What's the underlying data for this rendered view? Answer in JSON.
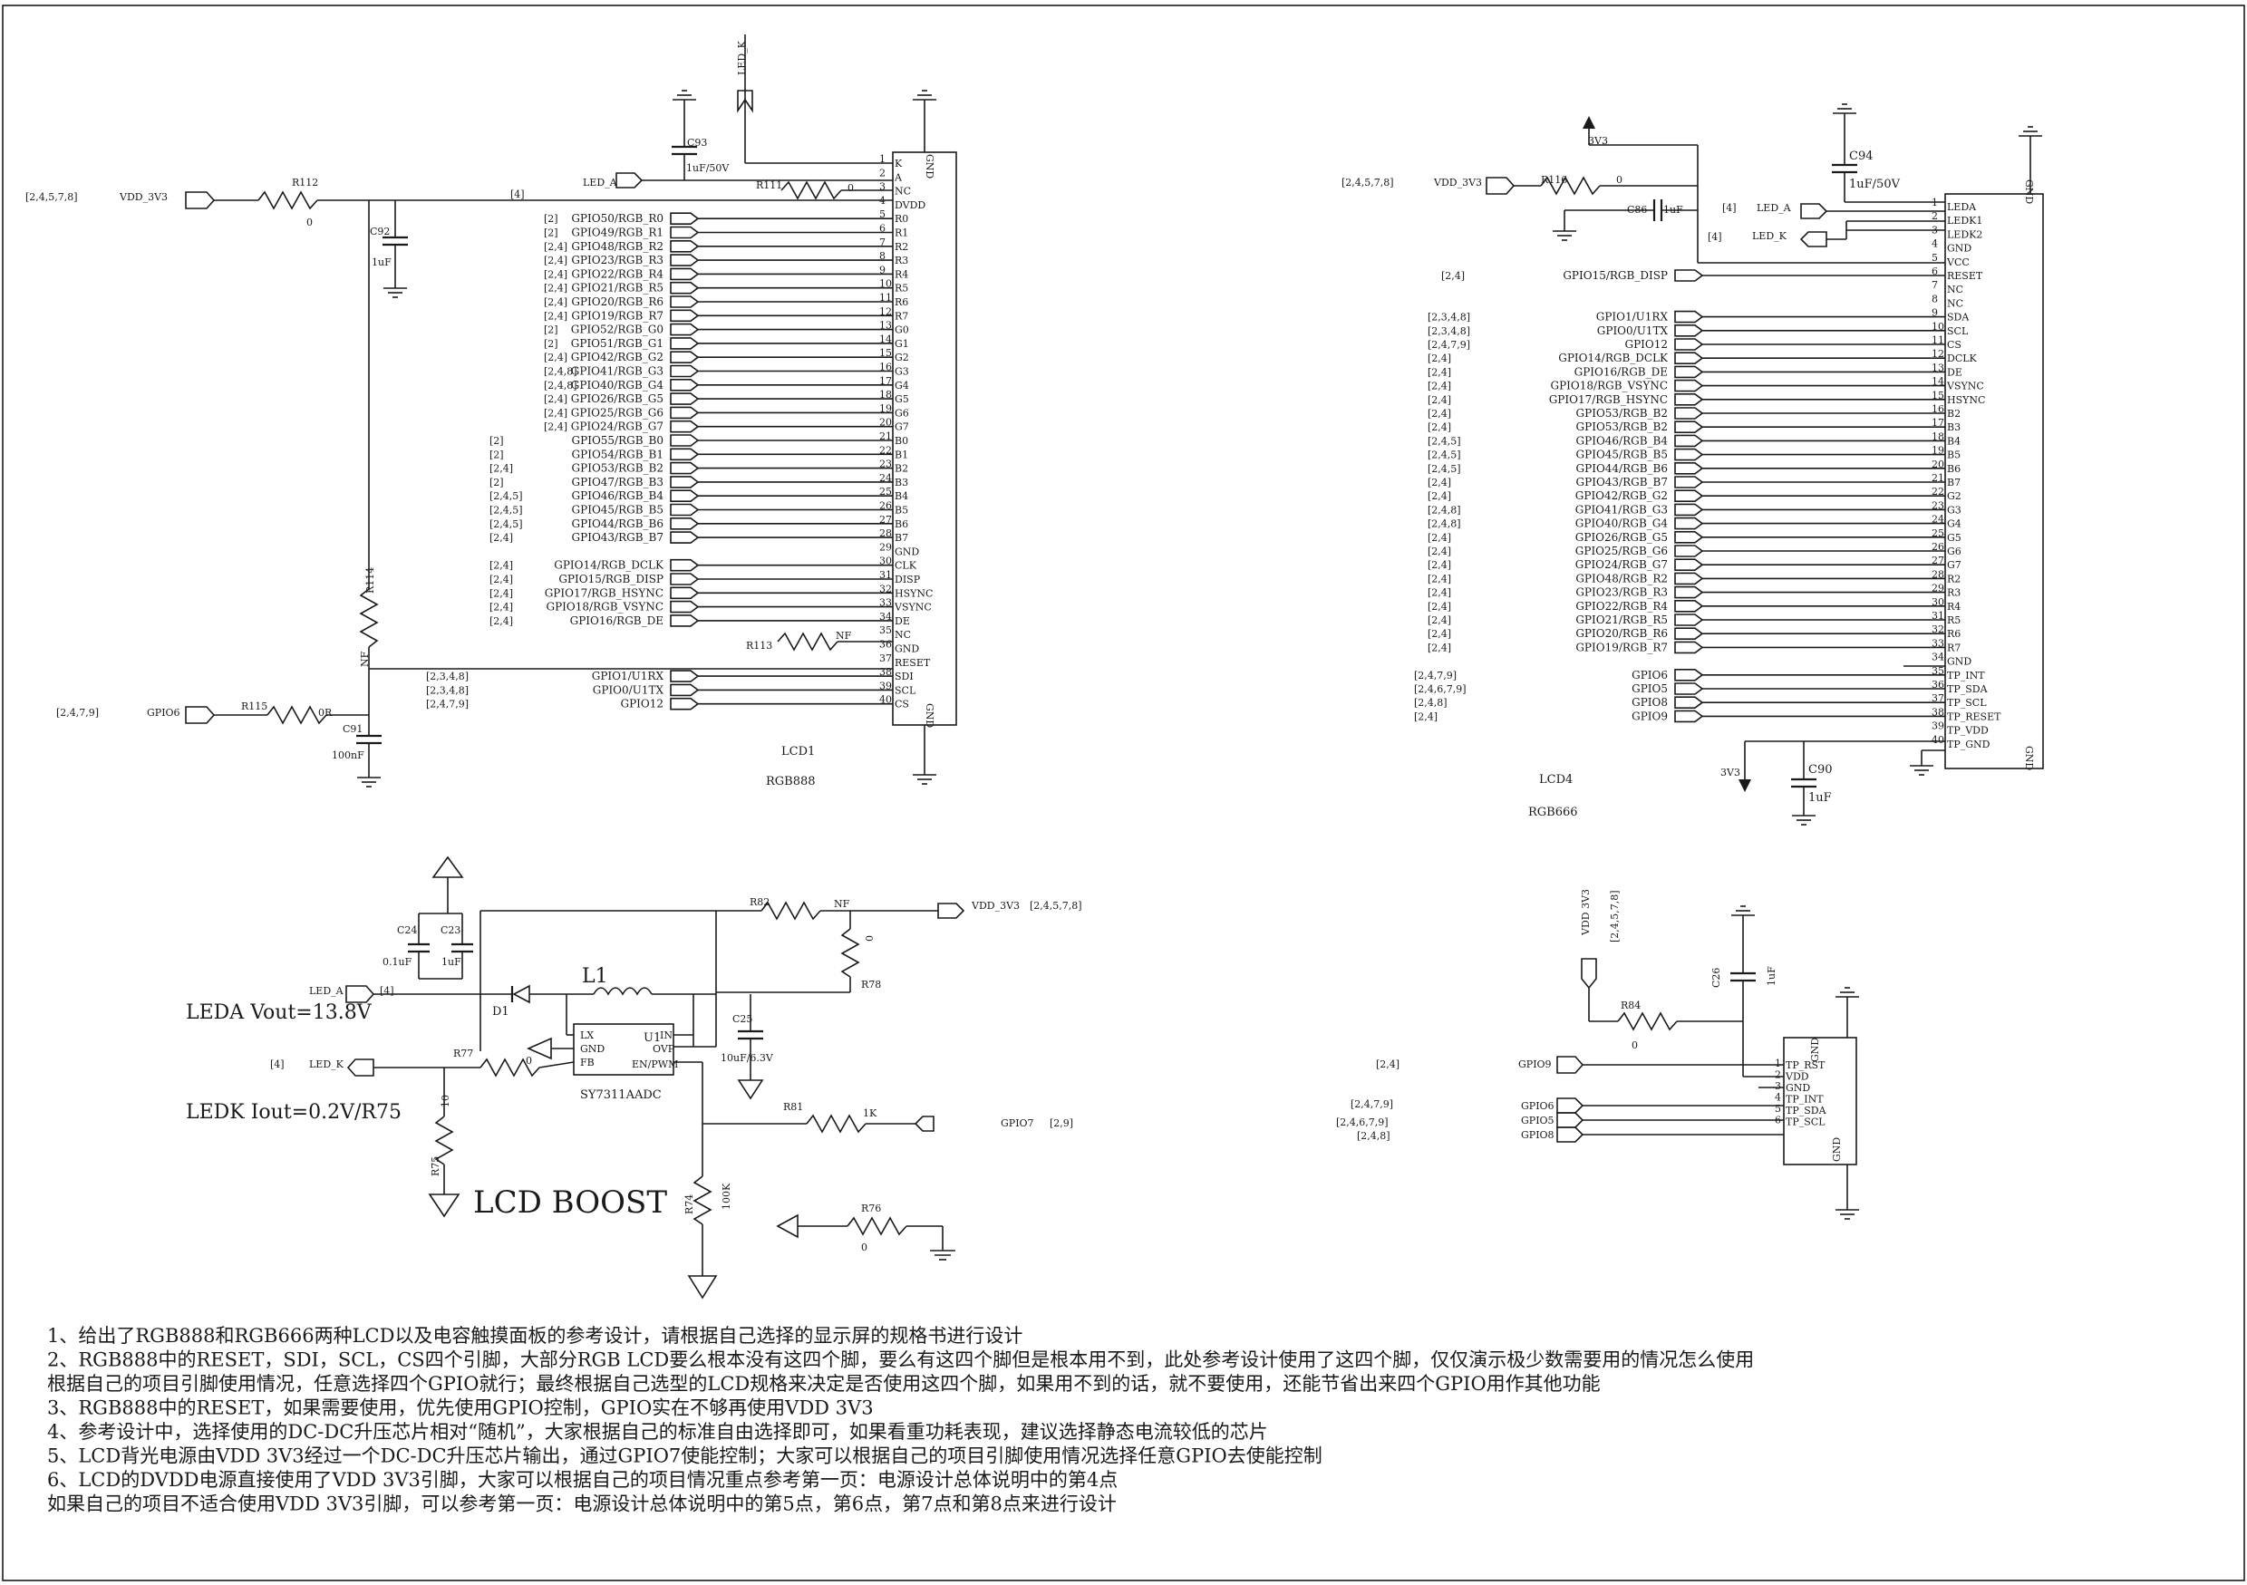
{
  "lcd1": {
    "ref": "LCD1",
    "value": "RGB888",
    "pins": [
      "K",
      "A",
      "NC",
      "DVDD",
      "R0",
      "R1",
      "R2",
      "R3",
      "R4",
      "R5",
      "R6",
      "R7",
      "G0",
      "G1",
      "G2",
      "G3",
      "G4",
      "G5",
      "G6",
      "G7",
      "B0",
      "B1",
      "B2",
      "B3",
      "B4",
      "B5",
      "B6",
      "B7",
      "GND",
      "CLK",
      "DISP",
      "HSYNC",
      "VSYNC",
      "DE",
      "NC",
      "GND",
      "RESET",
      "SDI",
      "SCL",
      "CS"
    ],
    "signals": [
      {
        "pin": 5,
        "name": "GPIO50/RGB_R0",
        "ref": "[2]"
      },
      {
        "pin": 6,
        "name": "GPIO49/RGB_R1",
        "ref": "[2]"
      },
      {
        "pin": 7,
        "name": "GPIO48/RGB_R2",
        "ref": "[2,4]"
      },
      {
        "pin": 8,
        "name": "GPIO23/RGB_R3",
        "ref": "[2,4]"
      },
      {
        "pin": 9,
        "name": "GPIO22/RGB_R4",
        "ref": "[2,4]"
      },
      {
        "pin": 10,
        "name": "GPIO21/RGB_R5",
        "ref": "[2,4]"
      },
      {
        "pin": 11,
        "name": "GPIO20/RGB_R6",
        "ref": "[2,4]"
      },
      {
        "pin": 12,
        "name": "GPIO19/RGB_R7",
        "ref": "[2,4]"
      },
      {
        "pin": 13,
        "name": "GPIO52/RGB_G0",
        "ref": "[2]"
      },
      {
        "pin": 14,
        "name": "GPIO51/RGB_G1",
        "ref": "[2]"
      },
      {
        "pin": 15,
        "name": "GPIO42/RGB_G2",
        "ref": "[2,4]"
      },
      {
        "pin": 16,
        "name": "GPIO41/RGB_G3",
        "ref": "[2,4,8]"
      },
      {
        "pin": 17,
        "name": "GPIO40/RGB_G4",
        "ref": "[2,4,8]"
      },
      {
        "pin": 18,
        "name": "GPIO26/RGB_G5",
        "ref": "[2,4]"
      },
      {
        "pin": 19,
        "name": "GPIO25/RGB_G6",
        "ref": "[2,4]"
      },
      {
        "pin": 20,
        "name": "GPIO24/RGB_G7",
        "ref": "[2,4]"
      },
      {
        "pin": 21,
        "name": "GPIO55/RGB_B0",
        "ref": "[2]"
      },
      {
        "pin": 22,
        "name": "GPIO54/RGB_B1",
        "ref": "[2]"
      },
      {
        "pin": 23,
        "name": "GPIO53/RGB_B2",
        "ref": "[2,4]"
      },
      {
        "pin": 24,
        "name": "GPIO47/RGB_B3",
        "ref": "[2]"
      },
      {
        "pin": 25,
        "name": "GPIO46/RGB_B4",
        "ref": "[2,4,5]"
      },
      {
        "pin": 26,
        "name": "GPIO45/RGB_B5",
        "ref": "[2,4,5]"
      },
      {
        "pin": 27,
        "name": "GPIO44/RGB_B6",
        "ref": "[2,4,5]"
      },
      {
        "pin": 28,
        "name": "GPIO43/RGB_B7",
        "ref": "[2,4]"
      },
      {
        "pin": 30,
        "name": "GPIO14/RGB_DCLK",
        "ref": "[2,4]"
      },
      {
        "pin": 31,
        "name": "GPIO15/RGB_DISP",
        "ref": "[2,4]"
      },
      {
        "pin": 32,
        "name": "GPIO17/RGB_HSYNC",
        "ref": "[2,4]"
      },
      {
        "pin": 33,
        "name": "GPIO18/RGB_VSYNC",
        "ref": "[2,4]"
      },
      {
        "pin": 34,
        "name": "GPIO16/RGB_DE",
        "ref": "[2,4]"
      },
      {
        "pin": 38,
        "name": "GPIO1/U1RX",
        "ref": "[2,3,4,8]"
      },
      {
        "pin": 39,
        "name": "GPIO0/U1TX",
        "ref": "[2,3,4,8]"
      },
      {
        "pin": 40,
        "name": "GPIO12",
        "ref": "[2,4,7,9]"
      }
    ]
  },
  "lcd4": {
    "ref": "LCD4",
    "value": "RGB666",
    "pins": [
      "LEDA",
      "LEDK1",
      "LEDK2",
      "GND",
      "VCC",
      "RESET",
      "NC",
      "NC",
      "SDA",
      "SCL",
      "CS",
      "DCLK",
      "DE",
      "VSYNC",
      "HSYNC",
      "B2",
      "B3",
      "B4",
      "B5",
      "B6",
      "B7",
      "G2",
      "G3",
      "G4",
      "G5",
      "G6",
      "G7",
      "R2",
      "R3",
      "R4",
      "R5",
      "R6",
      "R7",
      "GND",
      "TP_INT",
      "TP_SDA",
      "TP_SCL",
      "TP_RESET",
      "TP_VDD",
      "TP_GND"
    ],
    "signals": [
      {
        "pin": 6,
        "name": "GPIO15/RGB_DISP",
        "ref": "[2,4]"
      },
      {
        "pin": 9,
        "name": "GPIO1/U1RX",
        "ref": "[2,3,4,8]"
      },
      {
        "pin": 10,
        "name": "GPIO0/U1TX",
        "ref": "[2,3,4,8]"
      },
      {
        "pin": 11,
        "name": "GPIO12",
        "ref": "[2,4,7,9]"
      },
      {
        "pin": 12,
        "name": "GPIO14/RGB_DCLK",
        "ref": "[2,4]"
      },
      {
        "pin": 13,
        "name": "GPIO16/RGB_DE",
        "ref": "[2,4]"
      },
      {
        "pin": 14,
        "name": "GPIO18/RGB_VSYNC",
        "ref": "[2,4]"
      },
      {
        "pin": 15,
        "name": "GPIO17/RGB_HSYNC",
        "ref": "[2,4]"
      },
      {
        "pin": 16,
        "name": "GPIO53/RGB_B2",
        "ref": "[2,4]"
      },
      {
        "pin": 17,
        "name": "GPIO53/RGB_B2",
        "ref": "[2,4]"
      },
      {
        "pin": 18,
        "name": "GPIO46/RGB_B4",
        "ref": "[2,4,5]"
      },
      {
        "pin": 19,
        "name": "GPIO45/RGB_B5",
        "ref": "[2,4,5]"
      },
      {
        "pin": 20,
        "name": "GPIO44/RGB_B6",
        "ref": "[2,4,5]"
      },
      {
        "pin": 21,
        "name": "GPIO43/RGB_B7",
        "ref": "[2,4]"
      },
      {
        "pin": 22,
        "name": "GPIO42/RGB_G2",
        "ref": "[2,4]"
      },
      {
        "pin": 23,
        "name": "GPIO41/RGB_G3",
        "ref": "[2,4,8]"
      },
      {
        "pin": 24,
        "name": "GPIO40/RGB_G4",
        "ref": "[2,4,8]"
      },
      {
        "pin": 25,
        "name": "GPIO26/RGB_G5",
        "ref": "[2,4]"
      },
      {
        "pin": 26,
        "name": "GPIO25/RGB_G6",
        "ref": "[2,4]"
      },
      {
        "pin": 27,
        "name": "GPIO24/RGB_G7",
        "ref": "[2,4]"
      },
      {
        "pin": 28,
        "name": "GPIO48/RGB_R2",
        "ref": "[2,4]"
      },
      {
        "pin": 29,
        "name": "GPIO23/RGB_R3",
        "ref": "[2,4]"
      },
      {
        "pin": 30,
        "name": "GPIO22/RGB_R4",
        "ref": "[2,4]"
      },
      {
        "pin": 31,
        "name": "GPIO21/RGB_R5",
        "ref": "[2,4]"
      },
      {
        "pin": 32,
        "name": "GPIO20/RGB_R6",
        "ref": "[2,4]"
      },
      {
        "pin": 33,
        "name": "GPIO19/RGB_R7",
        "ref": "[2,4]"
      },
      {
        "pin": 35,
        "name": "GPIO6",
        "ref": "[2,4,7,9]"
      },
      {
        "pin": 36,
        "name": "GPIO5",
        "ref": "[2,4,6,7,9]"
      },
      {
        "pin": 37,
        "name": "GPIO8",
        "ref": "[2,4,8]"
      },
      {
        "pin": 38,
        "name": "GPIO9",
        "ref": "[2,4]"
      }
    ]
  },
  "labels": {
    "vdd3v3": "VDD_3V3",
    "vdd3v3_sp": "VDD 3V3",
    "ref_vdd": "[2,4,5,7,8]",
    "led_a": "LED_A",
    "led_k": "LED_K",
    "ref4": "[4]",
    "r112": "R112",
    "r112_v": "0",
    "c92": "C92",
    "c92_v": "1uF",
    "c93": "C93",
    "c93_v": "1uF/50V",
    "r111": "R111",
    "r111_v": "0",
    "r113": "R113",
    "r113_v": "NF",
    "r114": "R114",
    "r114_v": "NF",
    "r115": "R115",
    "r115_v": "0R",
    "c91": "C91",
    "c91_v": "100nF",
    "gpio6": "GPIO6",
    "ref_gpio6": "[2,4,7,9]",
    "gnd": "GND",
    "r116": "R116",
    "r116_v": "0",
    "c86": "C86",
    "c86_v": "1uF",
    "c94": "C94",
    "c94_v": "1uF/50V",
    "c90": "C90",
    "c90_v": "1uF",
    "net3v3": "3V3",
    "c24": "C24",
    "c24_v": "0.1uF",
    "c23": "C23",
    "c23_v": "1uF",
    "r82": "R82",
    "r82_v": "NF",
    "r78": "R78",
    "r78_v": "0",
    "l1": "L1",
    "d1": "D1",
    "u1": "U1",
    "u1_part": "SY7311AADC",
    "u1_pins": [
      "LX",
      "GND",
      "FB",
      "IN",
      "OVP",
      "EN/PWM"
    ],
    "c25": "C25",
    "c25_v": "10uF/6.3V",
    "r77": "R77",
    "r77_v": "0",
    "r75": "R75",
    "r75_v": "10",
    "r81": "R81",
    "r81_v": "1K",
    "gpio7": "GPIO7",
    "ref_gpio7": "[2,9]",
    "r74": "R74",
    "r74_v": "100K",
    "r76": "R76",
    "r76_v": "0",
    "leda_vout": "LEDA Vout=13.8V",
    "ledk_iout": "LEDK Iout=0.2V/R75",
    "lcd_boost": "LCD BOOST",
    "r84": "R84",
    "r84_v": "0",
    "c26": "C26",
    "c26_v": "1uF",
    "tp_pins": [
      "TP_RST",
      "VDD",
      "GND",
      "TP_INT",
      "TP_SDA",
      "TP_SCL"
    ],
    "gpio9": "GPIO9",
    "ref_gpio9": "[2,4]",
    "gpio5": "GPIO5",
    "gpio8": "GPIO8",
    "ref_gpio6_tp": "[2,4,7,9]",
    "ref_gpio5_tp": "[2,4,6,7,9]",
    "ref_gpio8_tp": "[2,4,8]"
  },
  "notes": [
    "1、给出了RGB888和RGB666两种LCD以及电容触摸面板的参考设计，请根据自己选择的显示屏的规格书进行设计",
    "2、RGB888中的RESET，SDI，SCL，CS四个引脚，大部分RGB LCD要么根本没有这四个脚，要么有这四个脚但是根本用不到，此处参考设计使用了这四个脚，仅仅演示极少数需要用的情况怎么使用",
    "   根据自己的项目引脚使用情况，任意选择四个GPIO就行；最终根据自己选型的LCD规格来决定是否使用这四个脚，如果用不到的话，就不要使用，还能节省出来四个GPIO用作其他功能",
    "3、RGB888中的RESET，如果需要使用，优先使用GPIO控制，GPIO实在不够再使用VDD 3V3",
    "4、参考设计中，选择使用的DC-DC升压芯片相对“随机”，大家根据自己的标准自由选择即可，如果看重功耗表现，建议选择静态电流较低的芯片",
    "5、LCD背光电源由VDD 3V3经过一个DC-DC升压芯片输出，通过GPIO7使能控制；大家可以根据自己的项目引脚使用情况选择任意GPIO去使能控制",
    "6、LCD的DVDD电源直接使用了VDD 3V3引脚，大家可以根据自己的项目情况重点参考第一页：电源设计总体说明中的第4点",
    "   如果自己的项目不适合使用VDD 3V3引脚，可以参考第一页：电源设计总体说明中的第5点，第6点，第7点和第8点来进行设计"
  ]
}
